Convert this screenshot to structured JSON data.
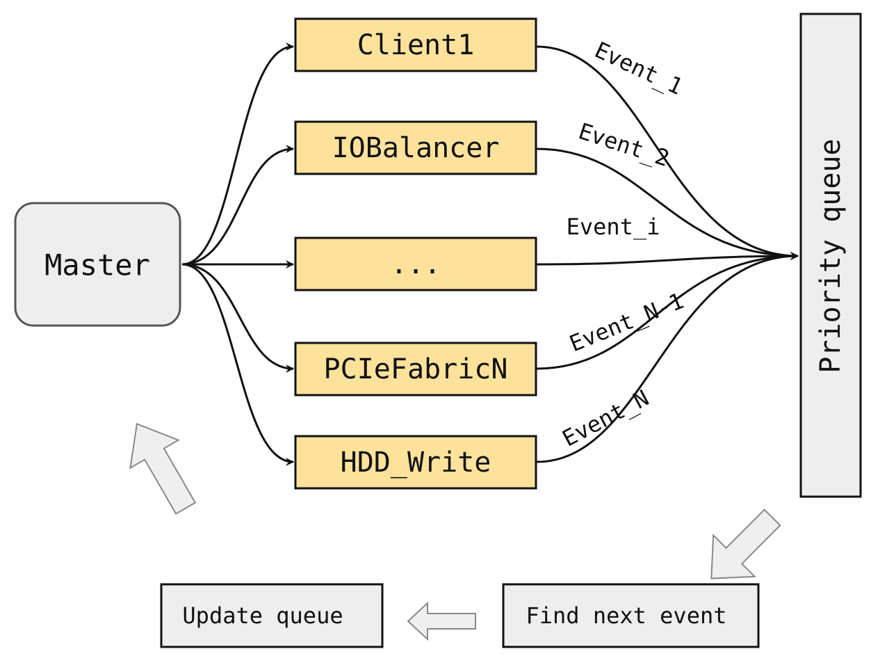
{
  "nodes": {
    "master": "Master",
    "components": [
      "Client1",
      "IOBalancer",
      "...",
      "PCIeFabricN",
      "HDD_Write"
    ],
    "priority_queue": "Priority queue",
    "find_next_event": "Find next event",
    "update_queue": "Update queue"
  },
  "events": [
    "Event_1",
    "Event_2",
    "Event_i",
    "Event_N-1",
    "Event_N"
  ],
  "colors": {
    "component_fill": "#fde29b",
    "box_fill": "#eeeeee",
    "stroke": "#111111",
    "arrow_fill": "#efefef",
    "arrow_stroke": "#888888"
  }
}
